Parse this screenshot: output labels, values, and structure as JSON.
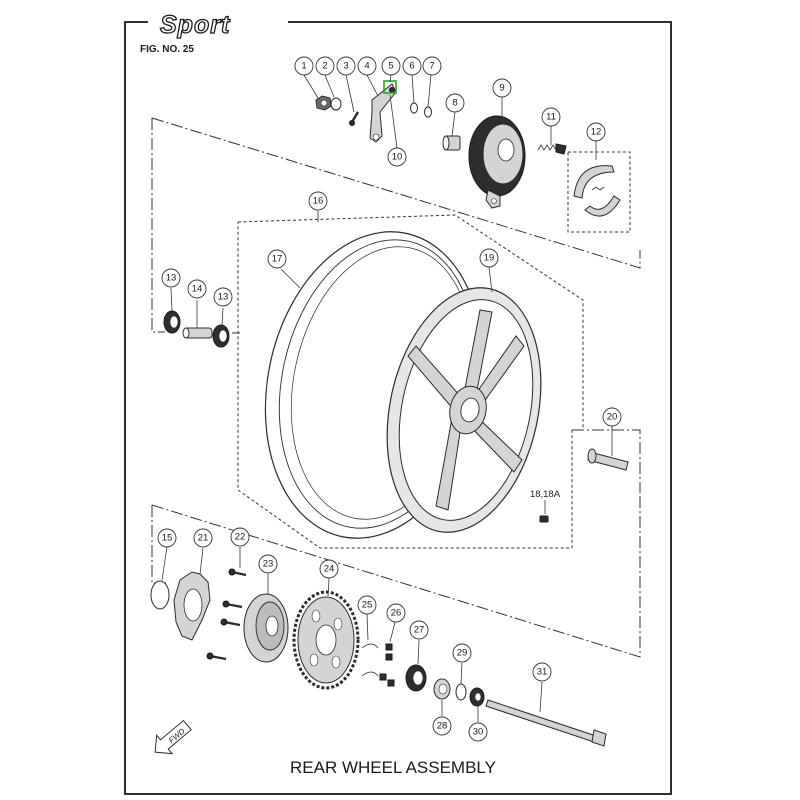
{
  "header": {
    "brand": "Sport",
    "figure_number": "FIG. NO. 25"
  },
  "title": "REAR WHEEL ASSEMBLY",
  "fwd_label": "FWD",
  "callouts": [
    "1",
    "2",
    "3",
    "4",
    "5",
    "6",
    "7",
    "8",
    "9",
    "10",
    "11",
    "12",
    "13",
    "14",
    "13",
    "15",
    "16",
    "17",
    "19",
    "20",
    "21",
    "22",
    "23",
    "24",
    "25",
    "26",
    "27",
    "28",
    "29",
    "30",
    "31"
  ],
  "plain_labels": [
    "18,18A"
  ],
  "parts": [
    "nut",
    "washer",
    "bolt",
    "brake-arm",
    "grease-fitting",
    "o-ring",
    "oil-seal",
    "collar",
    "brake-panel",
    "brake-arm-shaft",
    "spring",
    "brake-shoes",
    "bearing",
    "distance-collar",
    "bearing",
    "tire",
    "valve",
    "wheel-rim",
    "axle-collar",
    "damper-retainer",
    "sprocket-bolt",
    "sprocket-hub",
    "sprocket",
    "lock-plate",
    "sprocket-nut",
    "bearing",
    "sprocket-seal",
    "spacer",
    "oil-seal",
    "axle"
  ],
  "colors": {
    "ink": "#1a1a1a",
    "tire_fill": "#ffffff",
    "rim_fill": "#d9d9d9",
    "dark_part": "#2e2e2e"
  }
}
